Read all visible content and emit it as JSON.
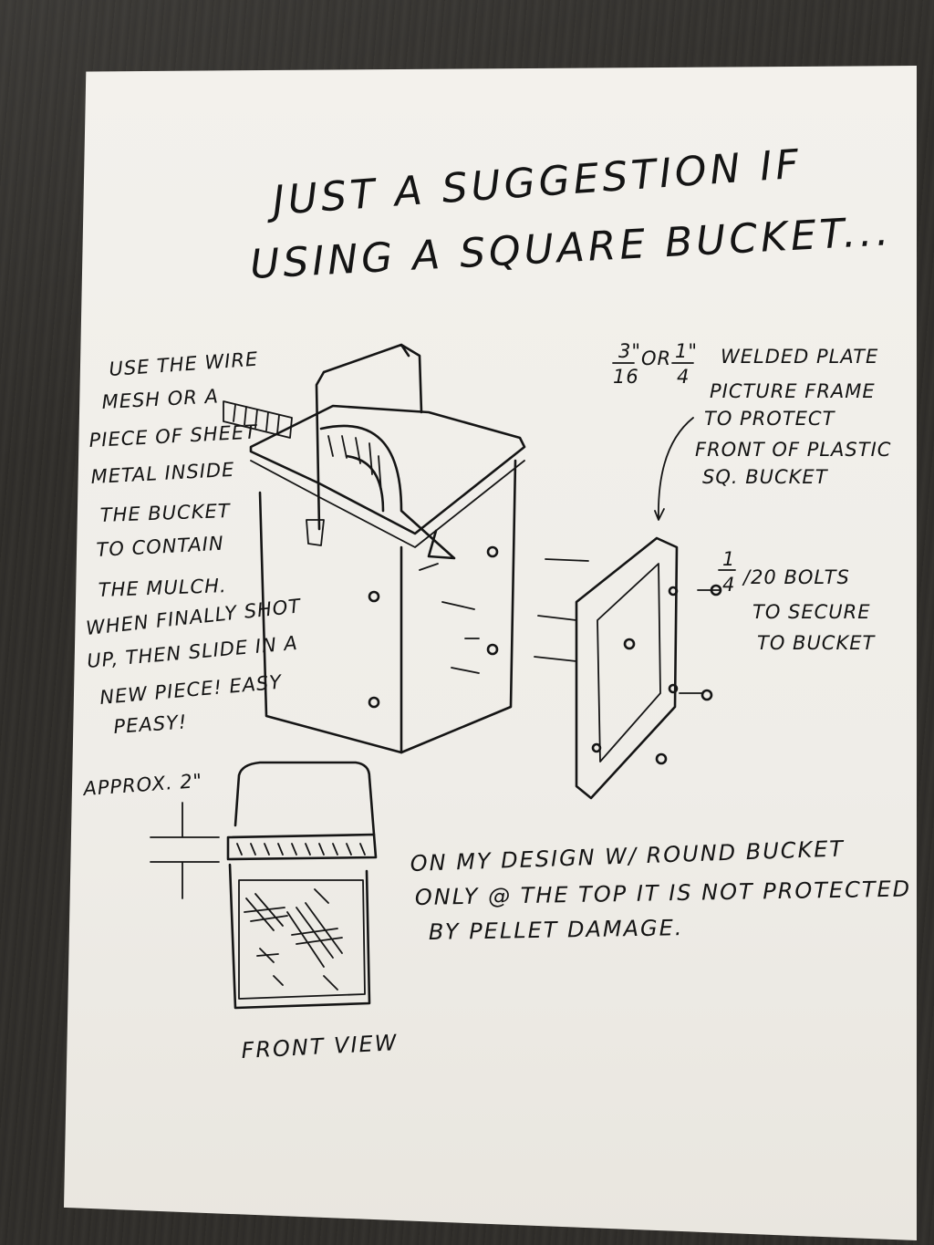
{
  "title": {
    "line1": "JUST A SUGGESTION IF",
    "line2": "USING A SQUARE BUCKET..."
  },
  "left_note": [
    "USE THE WIRE",
    "MESH OR A",
    "PIECE OF SHEET",
    "METAL INSIDE",
    "THE BUCKET",
    "TO CONTAIN",
    "THE MULCH.",
    "WHEN FINALLY SHOT",
    "UP, THEN SLIDE IN A",
    "NEW PIECE! EASY",
    "PEASY!"
  ],
  "right_note_top": {
    "fraction1_num": "3\"",
    "fraction1_den": "16",
    "or": "OR",
    "fraction2_num": "1\"",
    "fraction2_den": "4",
    "lines": [
      "WELDED PLATE",
      "PICTURE FRAME",
      "TO PROTECT",
      "FRONT OF PLASTIC",
      "SQ. BUCKET"
    ]
  },
  "right_note_bolts": {
    "fraction_num": "1",
    "fraction_den": "4",
    "lines": [
      "/20 BOLTS",
      "TO SECURE",
      "TO BUCKET"
    ]
  },
  "approx_label": "APPROX. 2\"",
  "front_view_label": "FRONT VIEW",
  "bottom_note": [
    "ON MY DESIGN W/ ROUND BUCKET",
    "ONLY @ THE TOP IT IS NOT PROTECTED",
    "BY PELLET DAMAGE."
  ]
}
